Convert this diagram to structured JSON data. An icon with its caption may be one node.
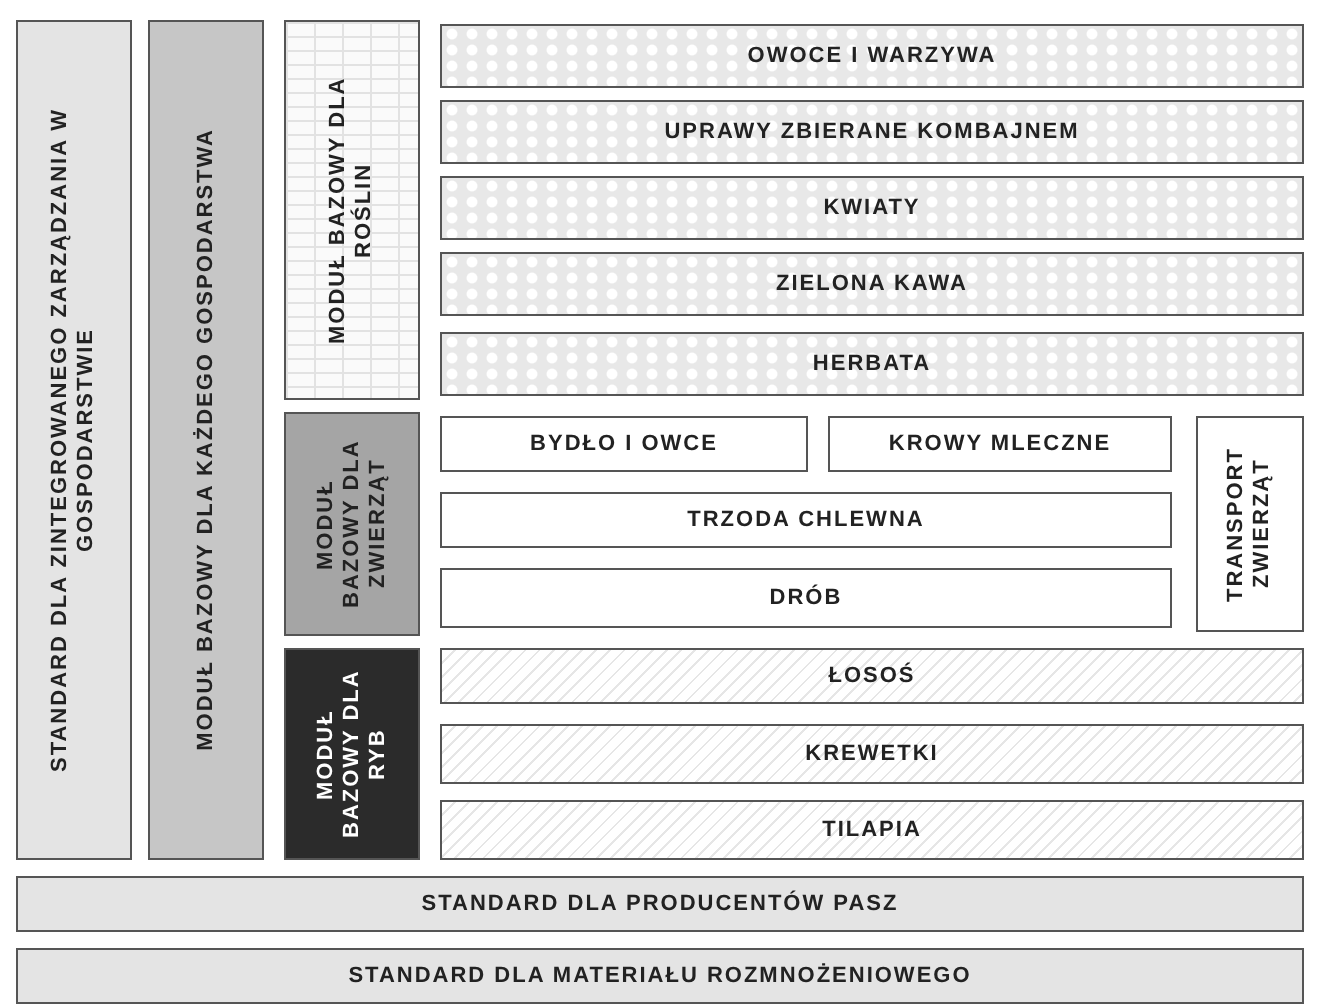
{
  "diagram": {
    "nodes": [
      {
        "text": [
          "STANDARD DLA ZINTEGROWANEGO ZARZĄDZANIA W GOSPODARSTWIE"
        ]
      },
      {
        "text": [
          "MODUŁ BAZOWY DLA KAŻDEGO GOSPODARSTWA"
        ]
      },
      {
        "text": [
          "MODUŁ BAZOWY DLA ROŚLIN"
        ]
      },
      {
        "text": [
          "OWOCE I WARZYWA"
        ]
      },
      {
        "text": [
          "UPRAWY ZBIERANE KOMBAJNEM"
        ]
      },
      {
        "text": [
          "KWIATY"
        ]
      },
      {
        "text": [
          "ZIELONA KAWA"
        ]
      },
      {
        "text": [
          "HERBATA"
        ]
      },
      {
        "text": [
          "MODUŁ BAZOWY DLA ZWIERZĄT"
        ]
      },
      {
        "text": [
          "BYDŁO I OWCE"
        ]
      },
      {
        "text": [
          "KROWY MLECZNE"
        ]
      },
      {
        "text": [
          "TRANSPORT ZWIERZĄT"
        ]
      },
      {
        "text": [
          "TRZODA CHLEWNA"
        ]
      },
      {
        "text": [
          "DRÓB"
        ]
      },
      {
        "text": [
          "MODUŁ BAZOWY DLA RYB"
        ]
      },
      {
        "text": [
          "ŁOSOŚ"
        ]
      },
      {
        "text": [
          "KREWETKI"
        ]
      },
      {
        "text": [
          "TILAPIA"
        ]
      },
      {
        "text": [
          "STANDARD DLA PRODUCENTÓW PASZ"
        ]
      },
      {
        "text": [
          "STANDARD DLA MATERIAŁU ROZMNOŻENIOWEGO"
        ]
      }
    ]
  }
}
